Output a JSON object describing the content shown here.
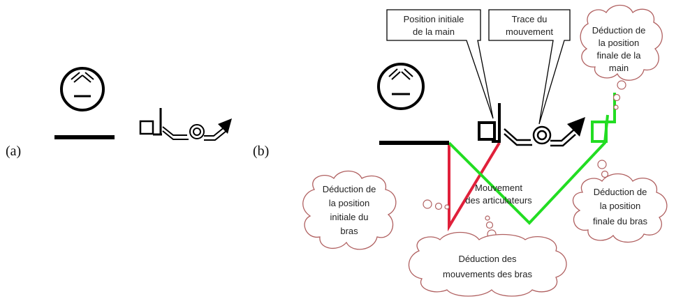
{
  "panels": {
    "a_label": "(a)",
    "b_label": "(b)"
  },
  "callouts": {
    "position_initiale_main": [
      "Position initiale",
      "de la main"
    ],
    "trace_mouvement": [
      "Trace du",
      "mouvement"
    ]
  },
  "clouds": {
    "position_finale_main": [
      "Déduction de",
      "la position",
      "finale de la",
      "main"
    ],
    "position_initiale_bras": [
      "Déduction de",
      "la position",
      "initiale du",
      "bras"
    ],
    "position_finale_bras": [
      "Déduction de",
      "la position",
      "finale du bras"
    ],
    "mouvements_bras": [
      "Déduction des",
      "mouvements des bras"
    ]
  },
  "labels": {
    "mouvement_articulateurs": [
      "Mouvement",
      "des articulateurs"
    ]
  },
  "colors": {
    "ink": "#000000",
    "red_line": "#e0203a",
    "green_line": "#22dd22",
    "cloud_stroke": "#b06060"
  },
  "icons": {
    "face": "face-symbol-icon",
    "hand": "hand-square-icon",
    "spiral_arrow": "spiral-movement-arrow-icon"
  }
}
